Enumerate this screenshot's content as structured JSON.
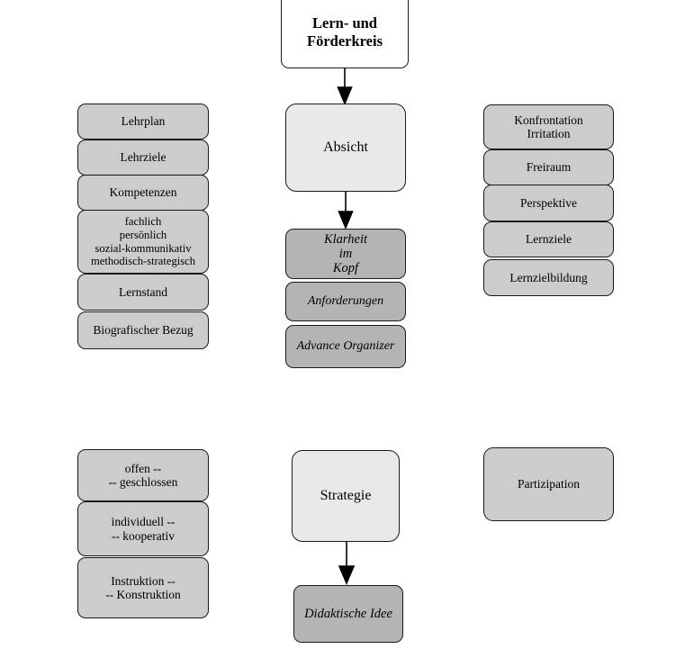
{
  "diagram": {
    "title_node": {
      "label": "Lern- und\nFörderkreis"
    },
    "center_column": {
      "absicht": {
        "label": "Absicht"
      },
      "klarheit": {
        "label": "Klarheit\nim\nKopf"
      },
      "anforderungen": {
        "label": "Anforderungen"
      },
      "advance_organizer": {
        "label": "Advance Organizer"
      },
      "strategie": {
        "label": "Strategie"
      },
      "didaktische_idee": {
        "label": "Didaktische Idee"
      }
    },
    "left_column_top": {
      "items": [
        {
          "label": "Lehrplan"
        },
        {
          "label": "Lehrziele"
        },
        {
          "label": "Kompetenzen"
        },
        {
          "label": "fachlich\npersönlich\nsozial-kommunikativ\nmethodisch-strategisch"
        },
        {
          "label": "Lernstand"
        },
        {
          "label": "Biografischer Bezug"
        }
      ]
    },
    "right_column_top": {
      "items": [
        {
          "label": "Konfrontation\nIrritation"
        },
        {
          "label": "Freiraum"
        },
        {
          "label": "Perspektive"
        },
        {
          "label": "Lernziele"
        },
        {
          "label": "Lernzielbildung"
        }
      ]
    },
    "left_column_bottom": {
      "items": [
        {
          "label": "offen --\n-- geschlossen"
        },
        {
          "label": "individuell --\n-- kooperativ"
        },
        {
          "label": "Instruktion --\n-- Konstruktion"
        }
      ]
    },
    "right_column_bottom": {
      "items": [
        {
          "label": "Partizipation"
        }
      ]
    },
    "arrows": [
      {
        "name": "arrow-title-to-absicht"
      },
      {
        "name": "arrow-absicht-to-klarheit"
      },
      {
        "name": "arrow-strategie-to-didaktische-idee"
      }
    ],
    "colors": {
      "background": "#ffffff",
      "fill_light": "#e9e9e9",
      "fill_mid": "#cccccc",
      "fill_dark": "#b4b4b4",
      "stroke": "#1a1a1a",
      "text": "#000000"
    }
  }
}
